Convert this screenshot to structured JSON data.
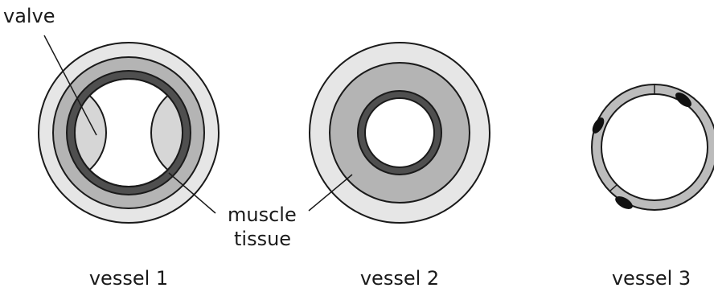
{
  "labels": {
    "valve": "valve",
    "muscle_tissue": [
      "muscle",
      "tissue"
    ],
    "vessels": [
      "vessel 1",
      "vessel 2",
      "vessel 3"
    ]
  },
  "colors": {
    "outer_layer": "#e6e6e6",
    "muscle_layer": "#b4b4b4",
    "inner_lining": "#4f4f4f",
    "valve_fill": "#d6d6d6",
    "capillary_wall": "#bcbcbc",
    "nucleus": "#111111",
    "stroke": "#1a1a1a"
  }
}
